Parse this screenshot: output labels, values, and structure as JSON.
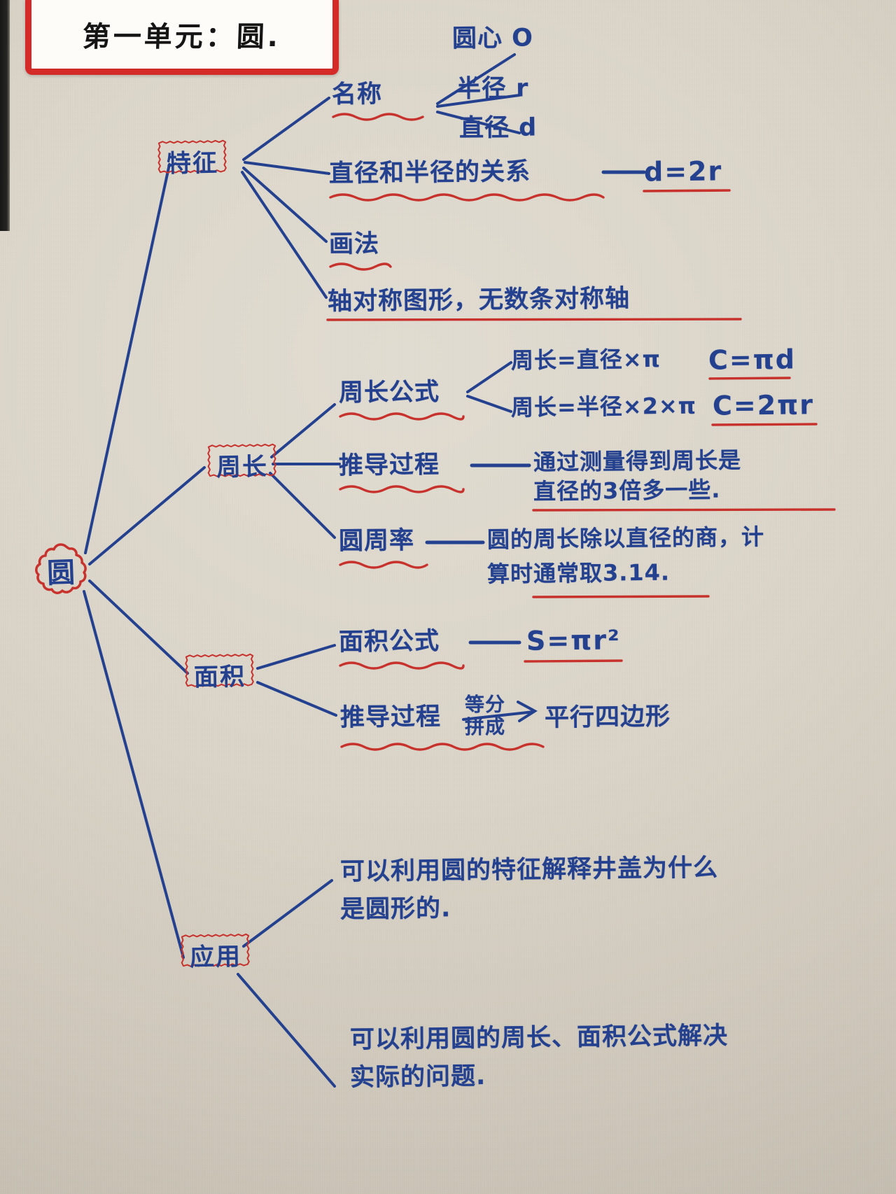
{
  "page": {
    "title": "第一单元：圆.",
    "paper_color": "#ddd7cb",
    "ink_blue": "#24418f",
    "ink_red": "#c8322c",
    "ink_black": "#151515"
  },
  "center": {
    "label": "圆"
  },
  "branches": [
    {
      "id": "features",
      "label": "特征",
      "children": [
        {
          "label": "名称",
          "underline": "wavy-red",
          "leaves": [
            {
              "text": "圆心 O"
            },
            {
              "text": "半径 r"
            },
            {
              "text": "直径 d"
            }
          ]
        },
        {
          "label": "直径和半径的关系",
          "underline": "wavy-red",
          "connector": "dash",
          "value": "d=2r",
          "value_underline": "straight-red"
        },
        {
          "label": "画法",
          "underline": "wavy-red"
        },
        {
          "label": "轴对称图形，无数条对称轴",
          "underline": "straight-red"
        }
      ]
    },
    {
      "id": "circumference",
      "label": "周长",
      "children": [
        {
          "label": "周长公式",
          "underline": "wavy-red",
          "leaves": [
            {
              "text": "周长=直径×π",
              "value": "C=πd",
              "value_underline": "straight-red"
            },
            {
              "text": "周长=半径×2×π",
              "value": "C=2πr",
              "value_underline": "straight-red"
            }
          ]
        },
        {
          "label": "推导过程",
          "underline": "wavy-red",
          "connector": "dash",
          "note_line1": "通过测量得到周长是",
          "note_line2": "直径的3倍多一些.",
          "note_underline": "straight-red"
        },
        {
          "label": "圆周率",
          "underline": "wavy-red",
          "connector": "dash",
          "note_line1": "圆的周长除以直径的商，计",
          "note_line2": "算时通常取3.14.",
          "note_underline": "straight-red"
        }
      ]
    },
    {
      "id": "area",
      "label": "面积",
      "children": [
        {
          "label": "面积公式",
          "underline": "wavy-red",
          "connector": "dash",
          "value": "S=πr²",
          "value_underline": "straight-red"
        },
        {
          "label": "推导过程",
          "underline": "wavy-red",
          "arrow_top": "等分",
          "arrow_bottom": "拼成",
          "result": "平行四边形"
        }
      ]
    },
    {
      "id": "application",
      "label": "应用",
      "children": [
        {
          "note_line1": "可以利用圆的特征解释井盖为什么",
          "note_line2": "是圆形的."
        },
        {
          "note_line1": "可以利用圆的周长、面积公式解决",
          "note_line2": "实际的问题."
        }
      ]
    }
  ]
}
